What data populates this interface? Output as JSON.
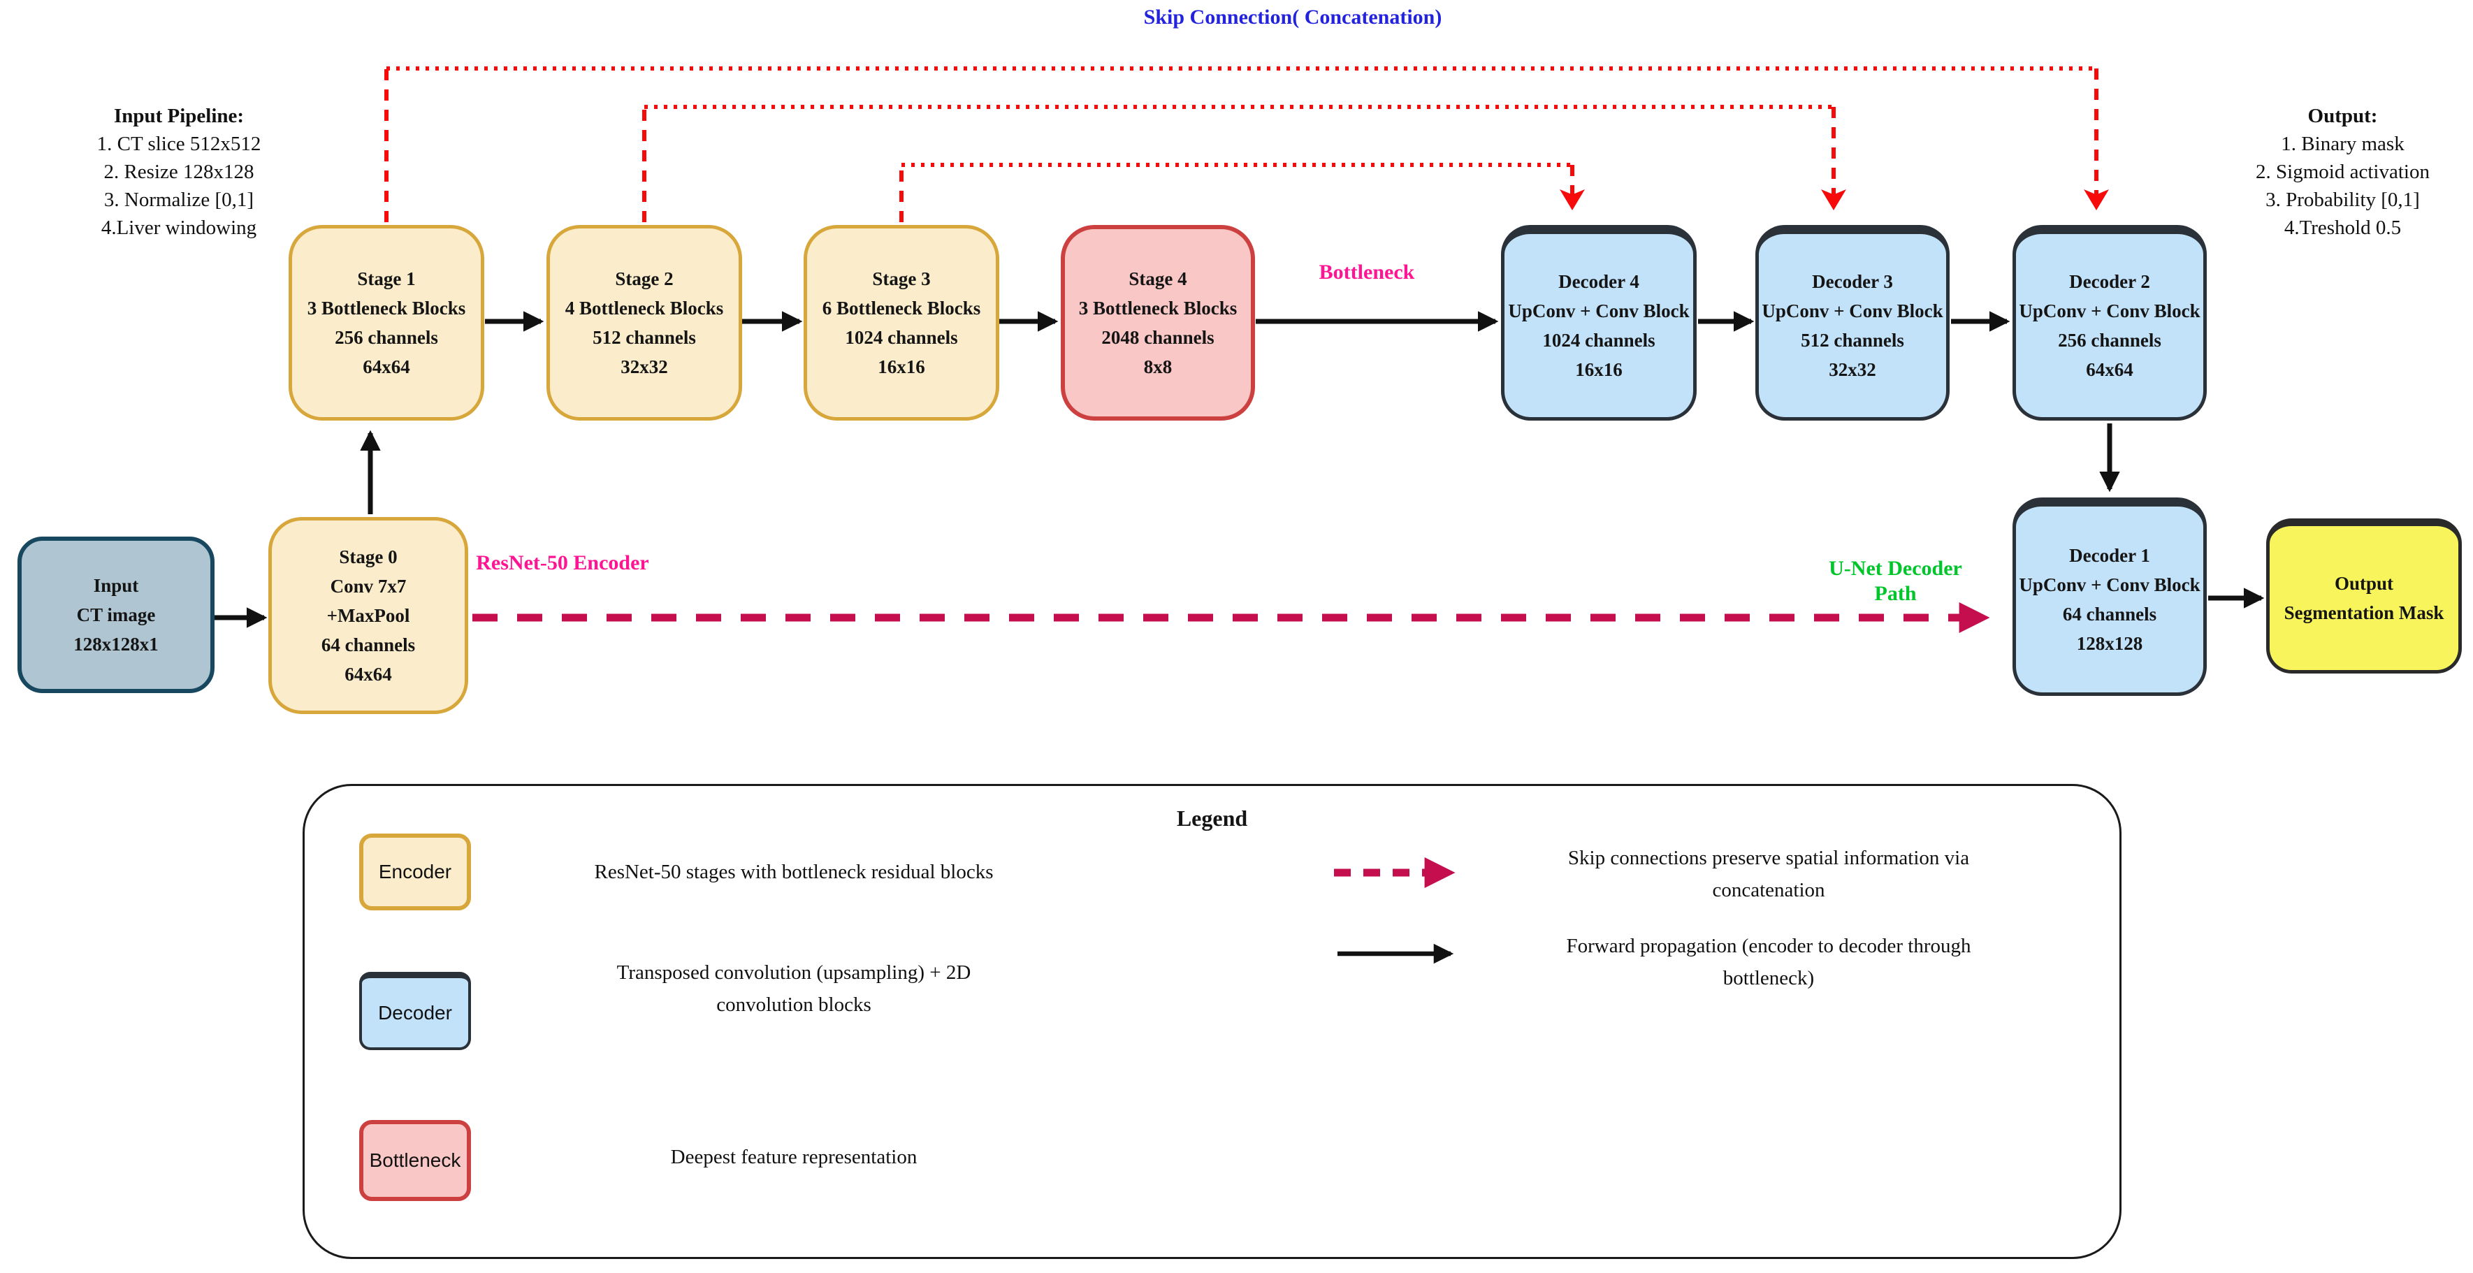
{
  "title": "Skip Connection( Concatenation)",
  "input_pipeline": {
    "heading": "Input Pipeline:",
    "items": [
      "1. CT slice 512x512",
      "2. Resize 128x128",
      "3. Normalize [0,1]",
      "4.Liver windowing"
    ]
  },
  "output_info": {
    "heading": "Output:",
    "items": [
      "1. Binary mask",
      "2. Sigmoid activation",
      "3. Probability [0,1]",
      "4.Treshold 0.5"
    ]
  },
  "path_labels": {
    "bottleneck": "Bottleneck",
    "encoder_path": "ResNet-50 Encoder",
    "decoder_path": "U-Net Decoder Path"
  },
  "nodes": {
    "input": {
      "lines": [
        "Input",
        "CT image",
        "128x128x1"
      ]
    },
    "stage0": {
      "lines": [
        "Stage 0",
        "Conv 7x7",
        "+MaxPool",
        "64 channels",
        "64x64"
      ]
    },
    "stage1": {
      "lines": [
        "Stage 1",
        "3 Bottleneck Blocks",
        "256 channels",
        "64x64"
      ]
    },
    "stage2": {
      "lines": [
        "Stage 2",
        "4 Bottleneck Blocks",
        "512 channels",
        "32x32"
      ]
    },
    "stage3": {
      "lines": [
        "Stage 3",
        "6 Bottleneck Blocks",
        "1024 channels",
        "16x16"
      ]
    },
    "stage4": {
      "lines": [
        "Stage 4",
        "3 Bottleneck Blocks",
        "2048 channels",
        "8x8"
      ]
    },
    "decoder4": {
      "lines": [
        "Decoder 4",
        "UpConv + Conv Block",
        "1024 channels",
        "16x16"
      ]
    },
    "decoder3": {
      "lines": [
        "Decoder 3",
        "UpConv + Conv Block",
        "512 channels",
        "32x32"
      ]
    },
    "decoder2": {
      "lines": [
        "Decoder 2",
        "UpConv + Conv Block",
        "256 channels",
        "64x64"
      ]
    },
    "decoder1": {
      "lines": [
        "Decoder 1",
        "UpConv + Conv Block",
        "64 channels",
        "128x128"
      ]
    },
    "output_mask": {
      "lines": [
        "Output",
        "Segmentation Mask"
      ]
    }
  },
  "legend": {
    "title": "Legend",
    "encoder": {
      "swatch": "Encoder",
      "desc": "ResNet-50  stages with bottleneck residual blocks"
    },
    "decoder": {
      "swatch": "Decoder",
      "desc1": "Transposed convolution (upsampling) + 2D",
      "desc2": "convolution blocks"
    },
    "bottleneck": {
      "swatch": "Bottleneck",
      "desc": "Deepest feature representation"
    },
    "skip_arrow": {
      "desc1": "Skip connections preserve spatial information via",
      "desc2": "concatenation"
    },
    "forward_arrow": {
      "desc1": "Forward propagation (encoder to decoder through",
      "desc2": "bottleneck)"
    }
  },
  "colors": {
    "encoder_fill": "#FBEDCB",
    "encoder_border": "#D8A73C",
    "decoder_fill": "#C2E2FA",
    "decoder_border": "#2A3138",
    "bottleneck_fill": "#F9C8C6",
    "bottleneck_border": "#CC4040",
    "input_fill": "#AFC6D2",
    "input_border": "#17485F",
    "output_fill": "#F7F55B",
    "title_blue": "#2323DD",
    "skip_red": "#EE0E0E",
    "crimson": "#C40E4E",
    "pink_label": "#FF1493",
    "green_label": "#00C52B"
  }
}
